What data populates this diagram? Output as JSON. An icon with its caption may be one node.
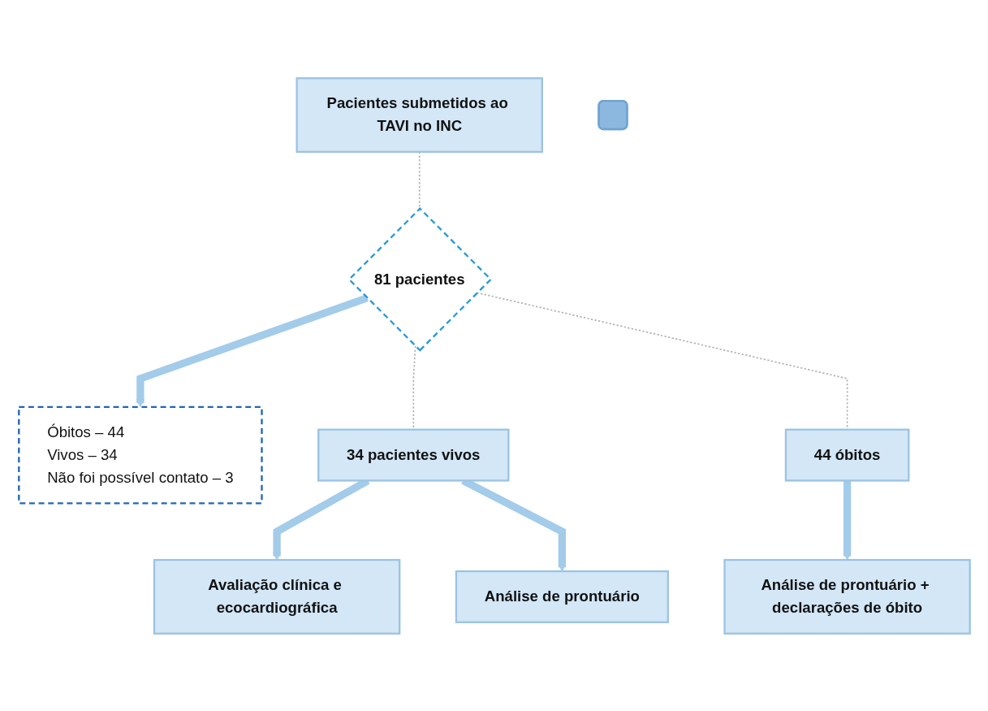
{
  "diagram": {
    "nodes": [
      {
        "text": [
          "Pacientes submetidos ao TAVI no INC"
        ]
      },
      {
        "text": [
          "81 pacientes"
        ]
      },
      {
        "text": [
          "Óbitos – 44",
          "Vivos – 34",
          "Não foi possível contato – 3"
        ]
      },
      {
        "text": [
          "34 pacientes vivos"
        ]
      },
      {
        "text": [
          "44 óbitos"
        ]
      },
      {
        "text": [
          "Avaliação clínica e ecocardiográfica"
        ]
      },
      {
        "text": [],
        "shape": "plus"
      },
      {
        "text": [
          "Análise de prontuário"
        ]
      },
      {
        "text": [
          "Análise de prontuário + declarações de óbito"
        ]
      }
    ],
    "edges": [
      {
        "from": 0,
        "to": 1,
        "arrow": "none",
        "style": "dashed",
        "color": "#b4b4b4"
      },
      {
        "from": 1,
        "to": 3,
        "arrow": "none",
        "style": "dashed",
        "color": "#b4b4b4"
      },
      {
        "from": 1,
        "to": 4,
        "arrow": "none",
        "style": "dashed",
        "color": "#b4b4b4"
      },
      {
        "from": 1,
        "to": 2,
        "arrow": "to"
      },
      {
        "from": 3,
        "to": 5,
        "arrow": "to"
      },
      {
        "from": 3,
        "to": 7,
        "arrow": "to"
      },
      {
        "from": 4,
        "to": 8,
        "arrow": "to"
      }
    ]
  }
}
